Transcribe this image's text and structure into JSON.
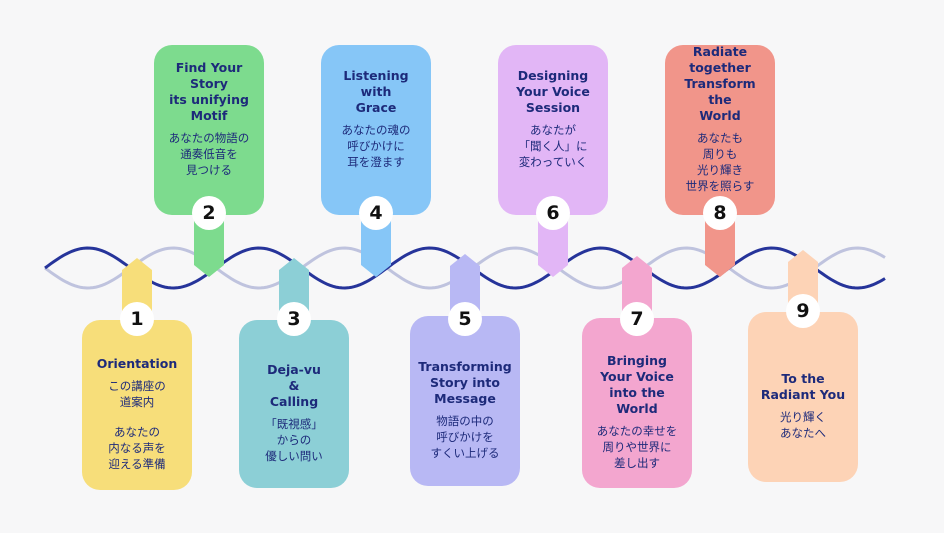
{
  "steps": [
    {
      "number": "1",
      "title": "Orientation",
      "jp": [
        "この講座の\n道案内",
        "あなたの\n内なる声を\n迎える準備"
      ],
      "color": "#f7de7a"
    },
    {
      "number": "2",
      "title": "Find Your\nStory\nits unifying\nMotif",
      "jp": [
        "あなたの物語の\n通奏低音を\n見つける"
      ],
      "color": "#7ddb8e"
    },
    {
      "number": "3",
      "title": "Deja-vu\n&\nCalling",
      "jp": [
        "「既視感」\nからの\n優しい問い"
      ],
      "color": "#8ccfd6"
    },
    {
      "number": "4",
      "title": "Listening\nwith\nGrace",
      "jp": [
        "あなたの魂の\n呼びかけに\n耳を澄ます"
      ],
      "color": "#86c6f7"
    },
    {
      "number": "5",
      "title": "Transforming\nStory into\nMessage",
      "jp": [
        "物語の中の\n呼びかけを\nすくい上げる"
      ],
      "color": "#b8b8f4"
    },
    {
      "number": "6",
      "title": "Designing\nYour Voice\nSession",
      "jp": [
        "あなたが\n「聞く人」に\n変わっていく"
      ],
      "color": "#e2b6f6"
    },
    {
      "number": "7",
      "title": "Bringing\nYour Voice\ninto the\nWorld",
      "jp": [
        "あなたの幸せを\n周りや世界に\n差し出す"
      ],
      "color": "#f3a6cf"
    },
    {
      "number": "8",
      "title": "Radiate\ntogether\nTransform the\nWorld",
      "jp": [
        "あなたも\n周りも\n光り輝き\n世界を照らす"
      ],
      "color": "#f1958a"
    },
    {
      "number": "9",
      "title": "To the\nRadiant You",
      "jp": [
        "光り輝く\nあなたへ"
      ],
      "color": "#fdd3b6"
    }
  ],
  "colors": {
    "wave_dark": "#26349a",
    "wave_light": "#bfc3de",
    "text": "#1d2a7a"
  }
}
